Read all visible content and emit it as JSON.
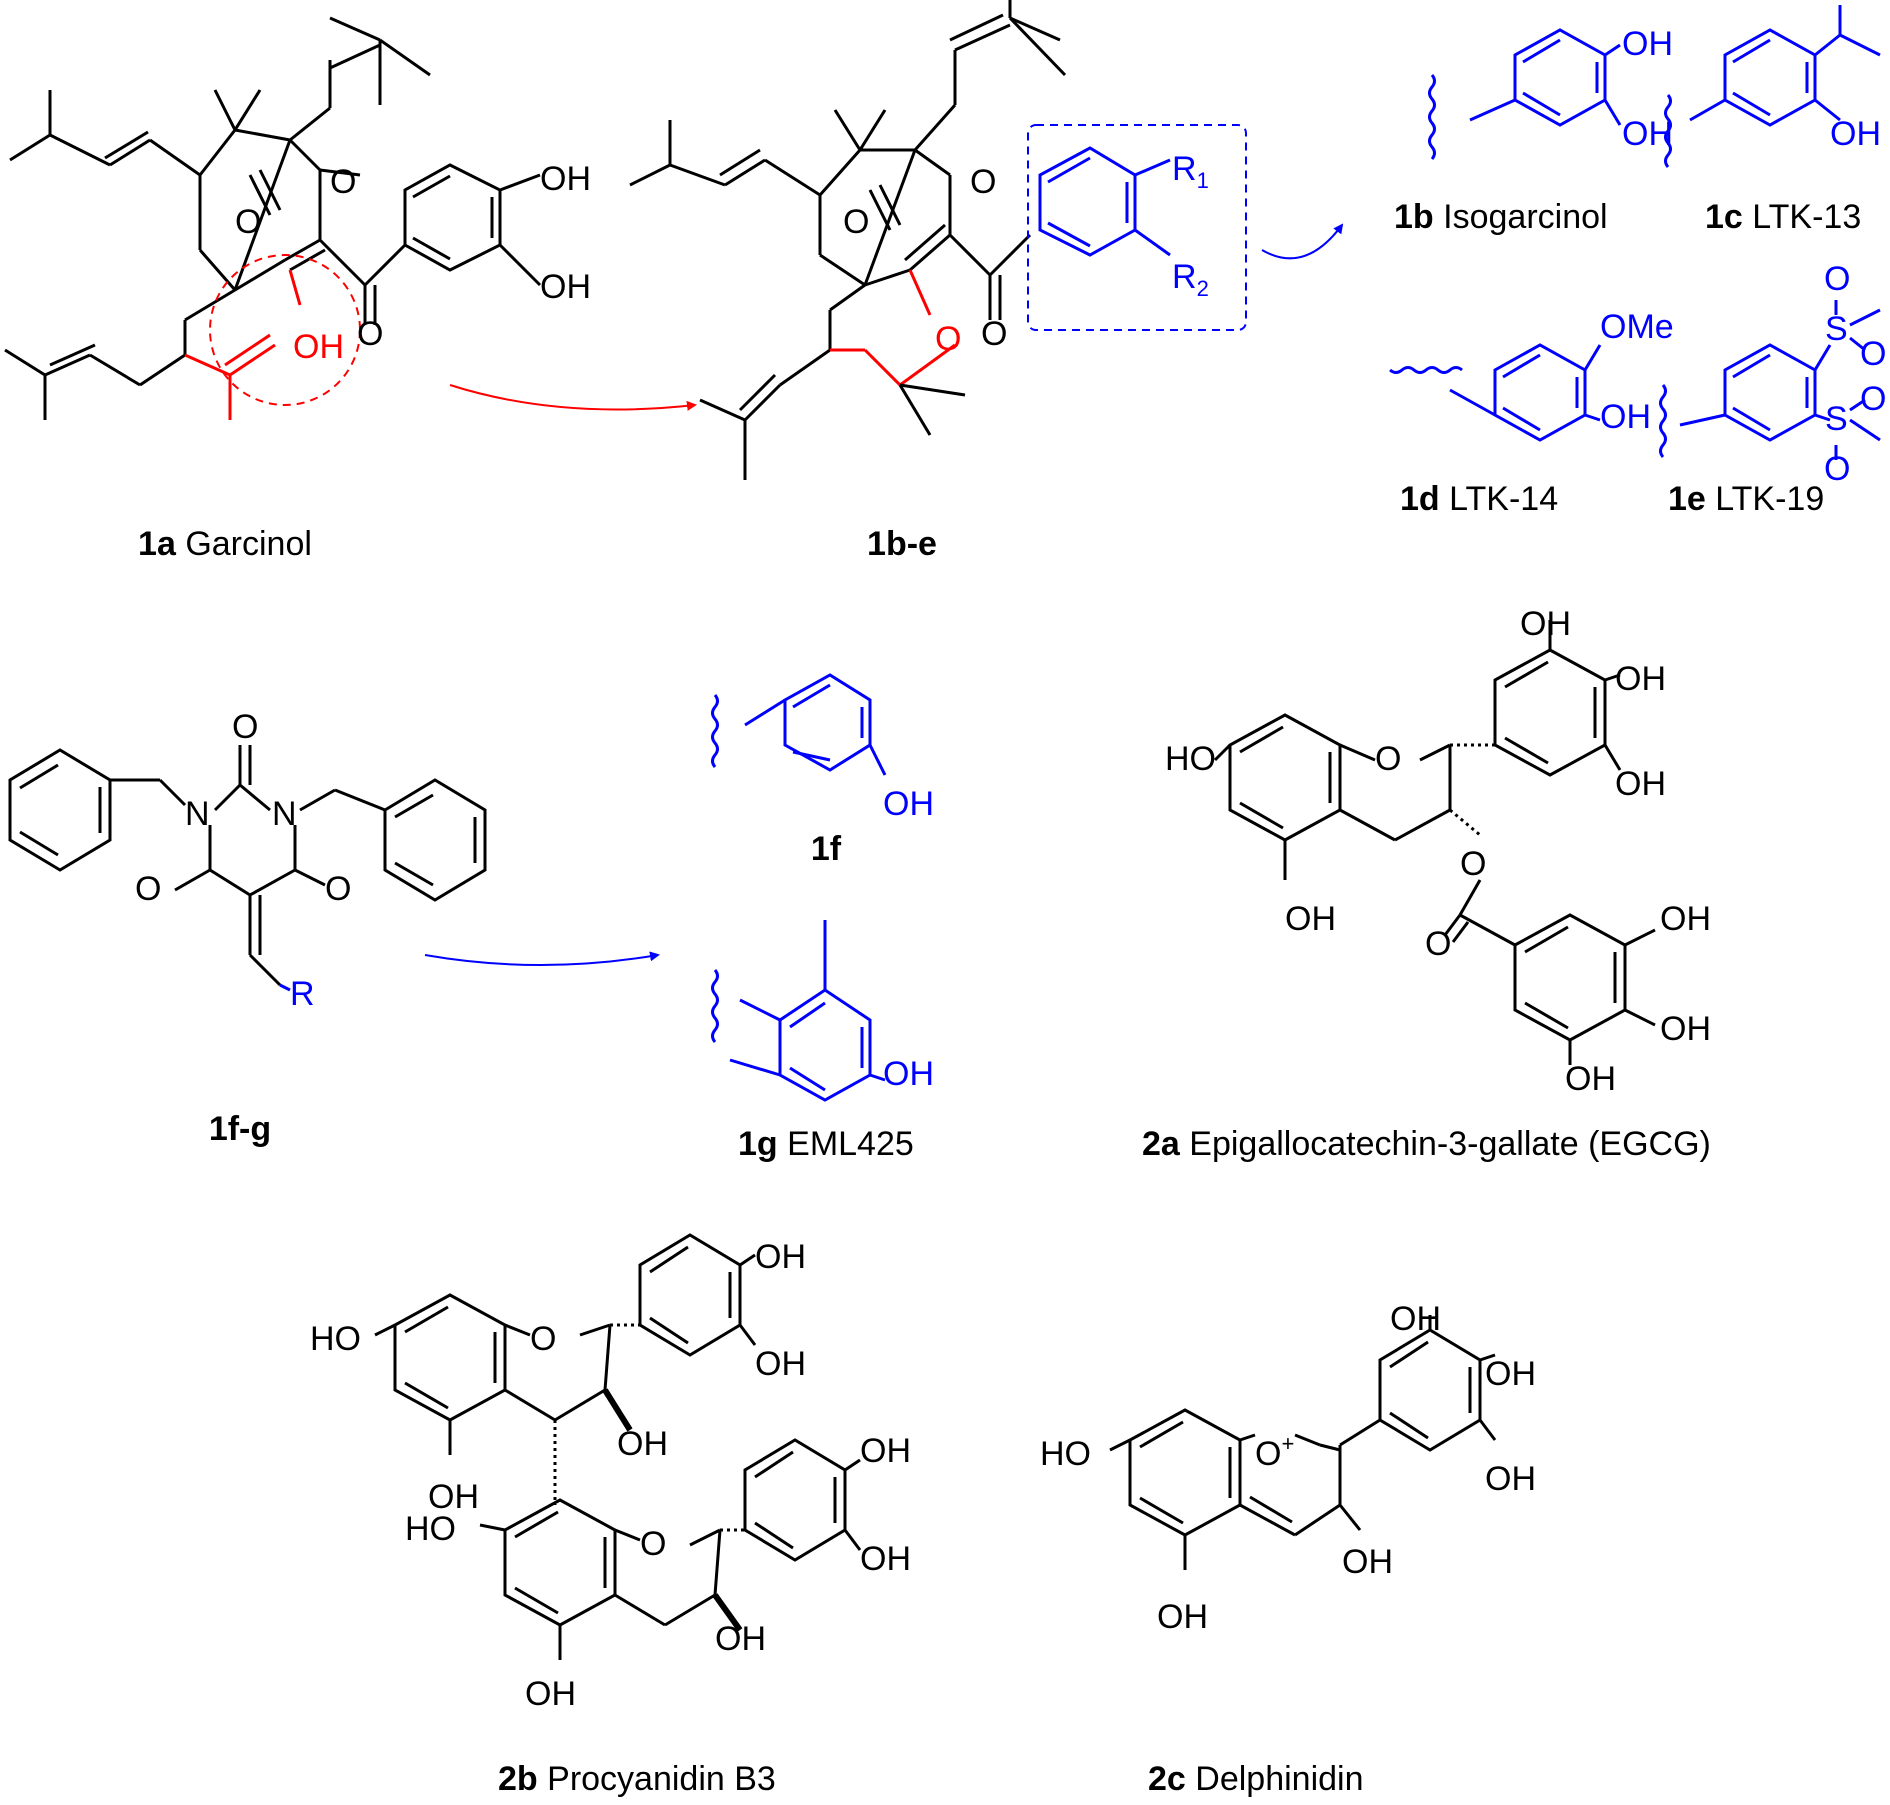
{
  "colors": {
    "black": "#000000",
    "blue": "#0000ff",
    "red": "#ff0000"
  },
  "compounds": {
    "c1a": {
      "id": "1a",
      "name": "Garcinol"
    },
    "c1be": {
      "id": "1b-e"
    },
    "c1b": {
      "id": "1b",
      "name": "Isogarcinol"
    },
    "c1c": {
      "id": "1c",
      "name": "LTK-13"
    },
    "c1d": {
      "id": "1d",
      "name": "LTK-14"
    },
    "c1e": {
      "id": "1e",
      "name": "LTK-19"
    },
    "c1f": {
      "id": "1f"
    },
    "c1fg": {
      "id": "1f-g"
    },
    "c1g": {
      "id": "1g",
      "name": "EML425"
    },
    "c2a": {
      "id": "2a",
      "name": "Epigallocatechin-3-gallate (EGCG)"
    },
    "c2b": {
      "id": "2b",
      "name": "Procyanidin B3"
    },
    "c2c": {
      "id": "2c",
      "name": "Delphinidin"
    }
  },
  "atoms": {
    "O": "O",
    "OH": "OH",
    "HO": "HO",
    "OMe": "OMe",
    "N": "N",
    "R": "R",
    "S": "S",
    "R1": "R",
    "R1_sub": "1",
    "R2": "R",
    "R2_sub": "2",
    "plus": "+"
  }
}
